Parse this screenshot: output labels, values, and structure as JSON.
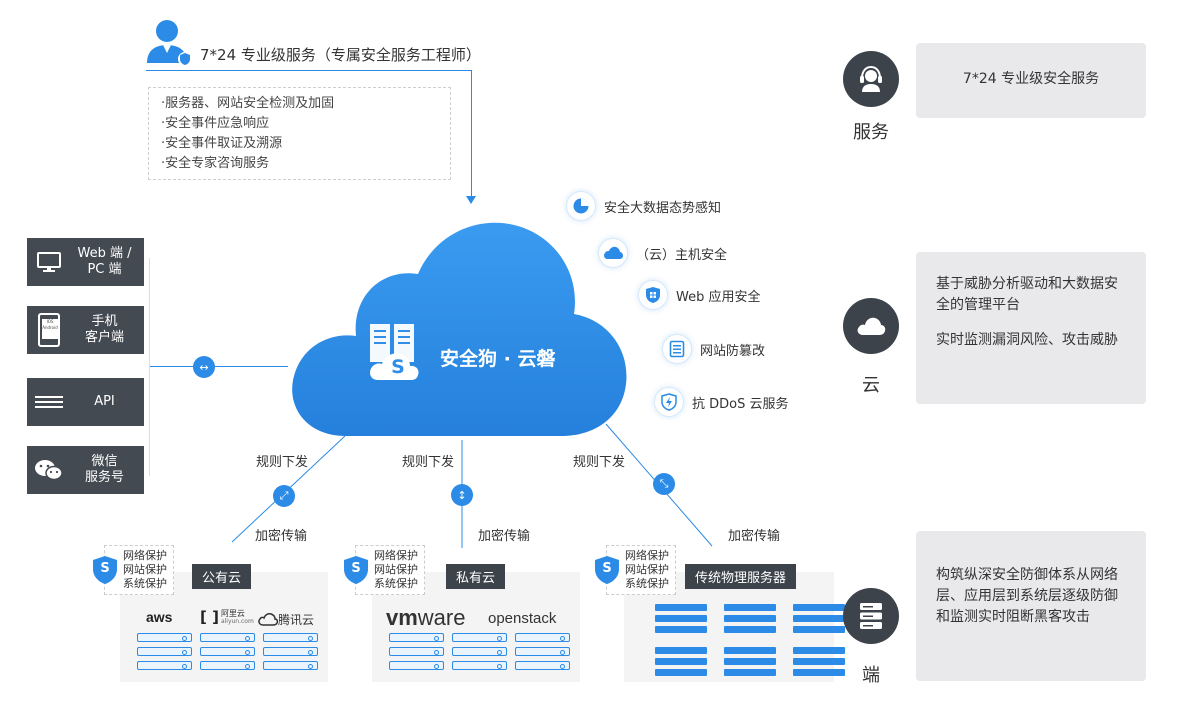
{
  "engineer": {
    "title": "7*24 专业级服务（专属安全服务工程师）",
    "services": [
      "·服务器、网站安全检测及加固",
      "·安全事件应急响应",
      "·安全事件取证及溯源",
      "·安全专家咨询服务"
    ]
  },
  "clients": [
    {
      "label_lines": [
        "Web 端 /",
        "PC 端"
      ],
      "icon": "monitor-icon"
    },
    {
      "label_lines": [
        "手机",
        "客户端"
      ],
      "icon": "phone-icon",
      "screen_text": [
        "IOS",
        "Android"
      ]
    },
    {
      "label_lines": [
        "API"
      ],
      "icon": "api-lines-icon"
    },
    {
      "label_lines": [
        "微信",
        "服务号"
      ],
      "icon": "wechat-icon"
    }
  ],
  "cloud": {
    "title": "安全狗 · 云磐",
    "logo_letter": "S"
  },
  "features": [
    {
      "label": "安全大数据态势感知",
      "icon": "pie-chart-icon"
    },
    {
      "label": "（云）主机安全",
      "icon": "cloud-icon"
    },
    {
      "label": "Web 应用安全",
      "icon": "shield-grid-icon"
    },
    {
      "label": "网站防篡改",
      "icon": "document-icon"
    },
    {
      "label": "抗 DDoS 云服务",
      "icon": "shield-bolt-icon"
    }
  ],
  "links": {
    "rule": "规则下发",
    "encrypt": "加密传输"
  },
  "protection": {
    "letter": "S",
    "lines": [
      "网络保护",
      "网站保护",
      "系统保护"
    ]
  },
  "environments": [
    {
      "name": "公有云",
      "logos": [
        "aws",
        "阿里云",
        "aliyun.com",
        "腾讯云"
      ]
    },
    {
      "name": "私有云",
      "logos": [
        "vm",
        "ware",
        "openstack"
      ]
    },
    {
      "name": "传统物理服务器",
      "logos": []
    }
  ],
  "right_panel": [
    {
      "label": "服务",
      "text_paragraphs": [
        "7*24 专业级安全服务"
      ],
      "icon": "headset-icon"
    },
    {
      "label": "云",
      "text_paragraphs": [
        "基于威胁分析驱动和大数据安全的管理平台",
        "实时监测漏洞风险、攻击威胁"
      ],
      "icon": "cloud-icon"
    },
    {
      "label": "端",
      "text_paragraphs": [
        "构筑纵深安全防御体系从网络层、应用层到系统层逐级防御和监测实时阻断黑客攻击"
      ],
      "icon": "server-stack-icon"
    }
  ],
  "colors": {
    "primary_blue": "#2b8be6",
    "cloud_blue": "#2f8fe8",
    "dark": "#3d434b",
    "panel_gray": "#e9e9ec"
  }
}
